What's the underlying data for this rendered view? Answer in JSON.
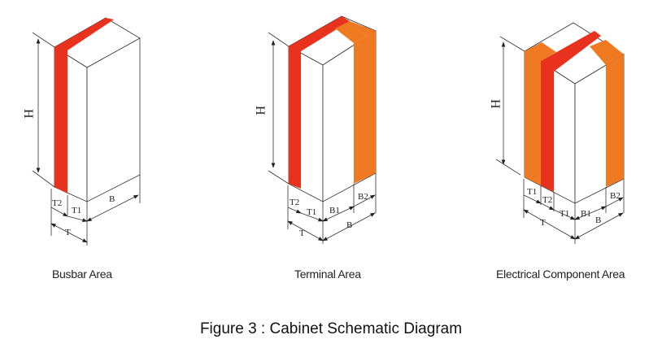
{
  "figure_title": "Figure 3 : Cabinet Schematic Diagram",
  "panels": [
    {
      "caption": "Busbar Area",
      "labels": {
        "height": "H",
        "t2": "T2",
        "t1": "T1",
        "t": "T",
        "b": "B"
      }
    },
    {
      "caption": "Terminal Area",
      "labels": {
        "height": "H",
        "t2": "T2",
        "t1": "T1",
        "t": "T",
        "b1": "B1",
        "b2": "B2",
        "b": "B"
      }
    },
    {
      "caption": "Electrical Component Area",
      "labels": {
        "height": "H",
        "t1a": "T1",
        "t2": "T2",
        "t1": "T1",
        "t": "T",
        "b1": "B1",
        "b2": "B2",
        "b": "B"
      }
    }
  ],
  "colors": {
    "red": "#e8321e",
    "orange": "#f07a22",
    "line": "#333333"
  }
}
